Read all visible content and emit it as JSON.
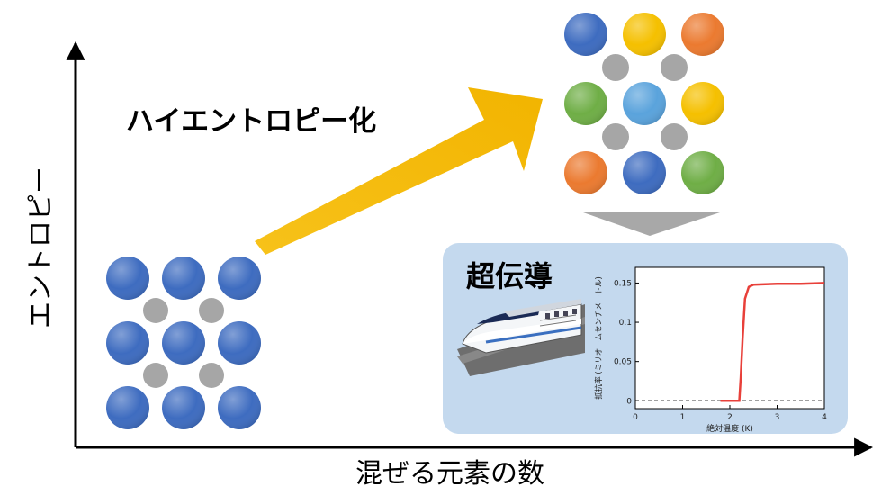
{
  "labels": {
    "y_axis": "エントロピー",
    "x_axis": "混ぜる元素の数",
    "arrow": "ハイエントロピー化",
    "panel_title": "超伝導"
  },
  "colors": {
    "blue": "#3e6cc0",
    "gray": "#a6a6a6",
    "yellow": "#f5c000",
    "orange": "#eb7a30",
    "green": "#6fae46",
    "light_blue": "#5aa3dc",
    "panel_bg": "#c4d9ee",
    "arrow": "#f5b800",
    "curve": "#e8403a"
  },
  "lattice_low": {
    "atoms": [
      "blue",
      "blue",
      "blue",
      "blue",
      "blue",
      "blue",
      "blue",
      "blue",
      "blue"
    ]
  },
  "lattice_high": {
    "atoms": [
      "blue",
      "yellow",
      "orange",
      "green",
      "light_blue",
      "yellow",
      "orange",
      "blue",
      "green"
    ]
  },
  "chart_data": {
    "type": "line",
    "xlabel": "絶対温度 (K)",
    "ylabel": "抵抗率 (ミリオームセンチメートル)",
    "xlim": [
      0,
      4
    ],
    "ylim": [
      -0.01,
      0.17
    ],
    "xticks": [
      0,
      1,
      2,
      3,
      4
    ],
    "yticks": [
      0,
      0.05,
      0.1,
      0.15
    ],
    "yticklabels": [
      "0",
      "0.05",
      "0.1",
      "0.15"
    ],
    "series": [
      {
        "x": [
          1.8,
          2.0,
          2.15,
          2.2,
          2.23,
          2.27,
          2.32,
          2.4,
          2.5,
          3.0,
          3.5,
          4.0
        ],
        "y": [
          0.0,
          0.0,
          0.0,
          0.0,
          0.03,
          0.08,
          0.13,
          0.145,
          0.148,
          0.149,
          0.149,
          0.15
        ]
      }
    ],
    "baseline": 0
  }
}
